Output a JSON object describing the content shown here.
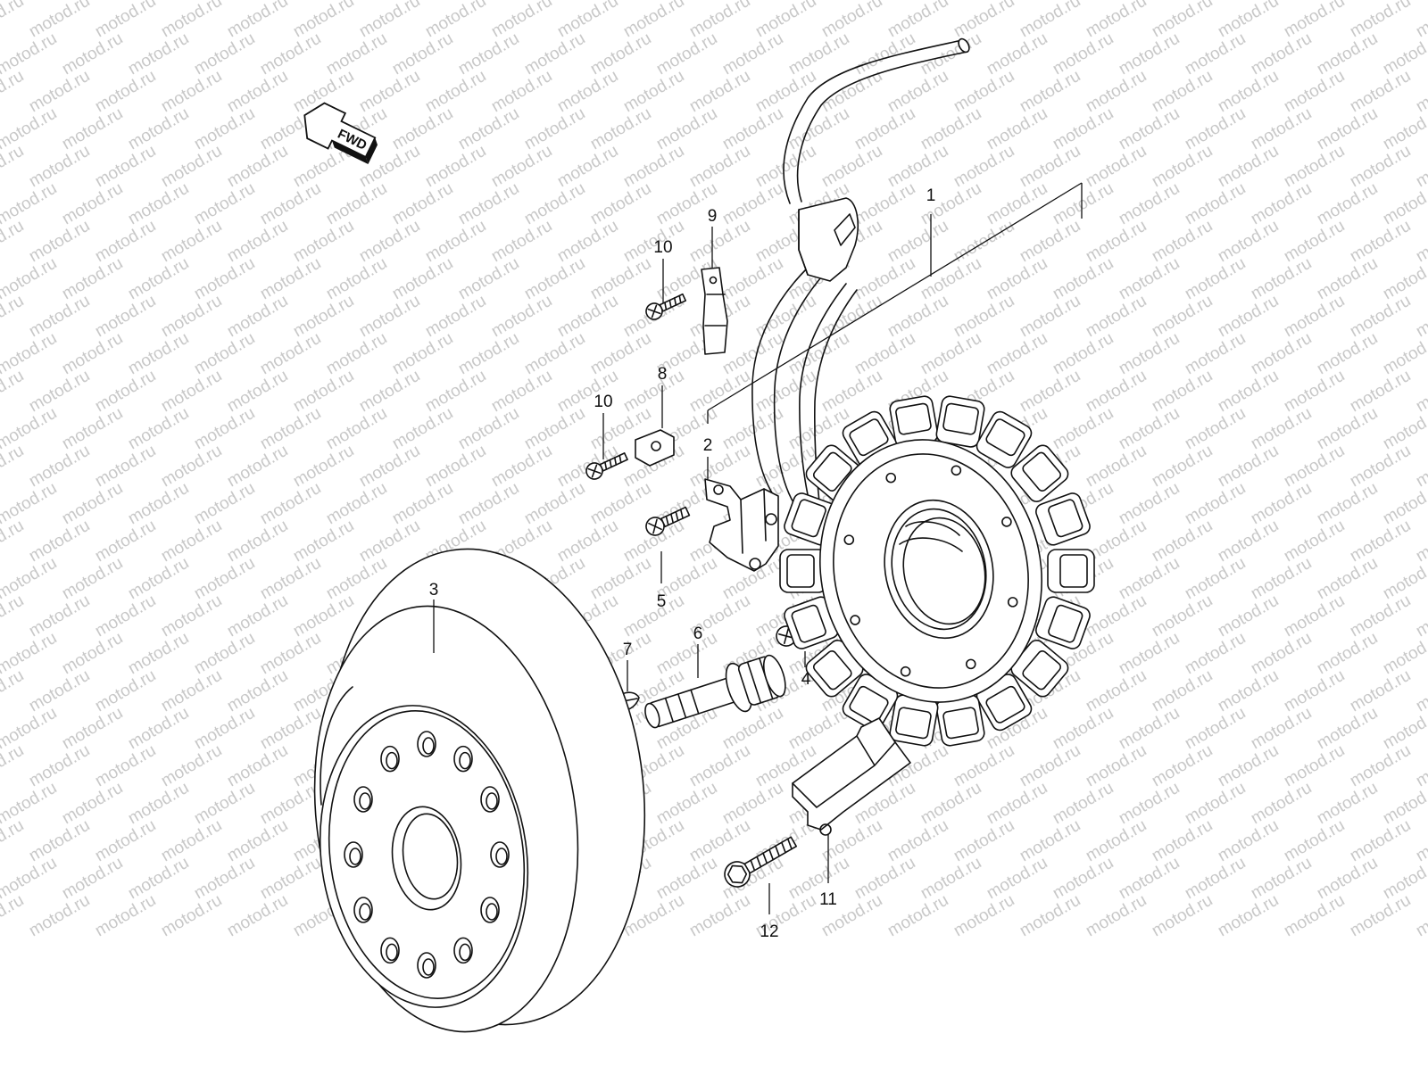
{
  "watermark": {
    "text": "motod.ru"
  },
  "direction_badge": {
    "text": "FWD"
  },
  "callouts": {
    "c1": "1",
    "c2": "2",
    "c3": "3",
    "c4": "4",
    "c5": "5",
    "c6": "6",
    "c7": "7",
    "c8": "8",
    "c9": "9",
    "c10a": "10",
    "c10b": "10",
    "c11": "11",
    "c12": "12"
  }
}
